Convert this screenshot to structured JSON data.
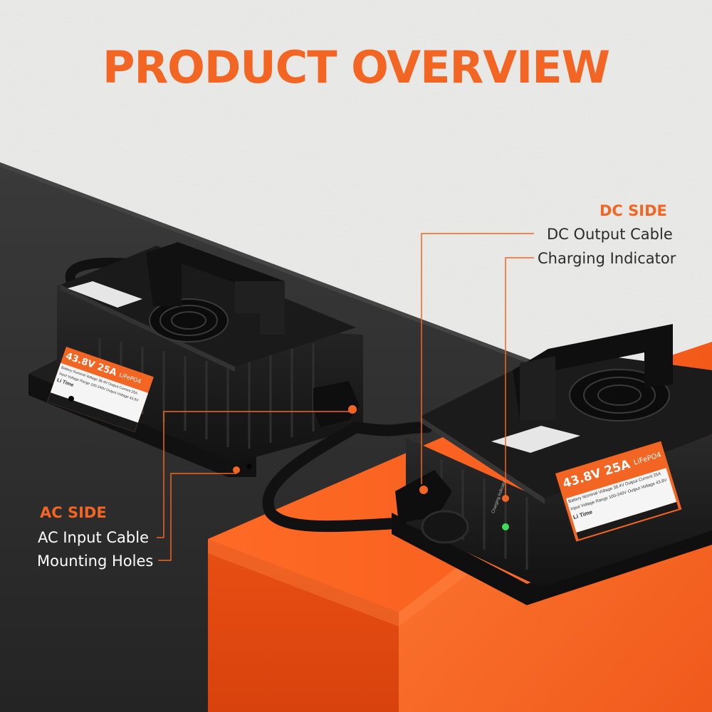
{
  "page": {
    "title": "PRODUCT OVERVIEW"
  },
  "colors": {
    "accent": "#f26522",
    "wall": "#ececea",
    "floor_dark": "#2c2c2c",
    "block_orange": "#f2571c",
    "charger_body": "#1b1b1b"
  },
  "dc_side": {
    "heading": "DC SIDE",
    "items": [
      "DC Output Cable",
      "Charging Indicator"
    ]
  },
  "ac_side": {
    "heading": "AC SIDE",
    "items": [
      "AC Input Cable",
      "Mounting Holes"
    ]
  },
  "charger": {
    "voltage": "43.8V",
    "current": "25A",
    "chemistry": "LiFePO4",
    "brand": "Li Time",
    "spec_rows": [
      [
        "Battery Nominal Voltage",
        "38.4V",
        "Output Current",
        "25A"
      ],
      [
        "Input Voltage Range",
        "100-240V",
        "Output Voltage",
        "43.8V"
      ]
    ],
    "indicator_label": "Charging Indicator"
  }
}
